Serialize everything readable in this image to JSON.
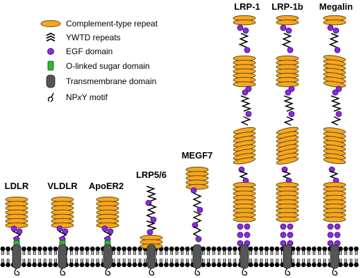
{
  "colors": {
    "repeat": "#f5a623",
    "repeat_stroke": "#6b4a00",
    "egf": "#8a2be2",
    "sugar": "#2eb82e",
    "tm": "#555555",
    "membrane": "#000000"
  },
  "legend": [
    {
      "icon": "complement-repeat-icon",
      "text": "Complement-type repeat"
    },
    {
      "icon": "ywtd-repeat-icon",
      "text": "YWTD repeats"
    },
    {
      "icon": "egf-domain-icon",
      "text": "EGF domain"
    },
    {
      "icon": "o-linked-sugar-icon",
      "text": "O-linked sugar domain"
    },
    {
      "icon": "transmembrane-icon",
      "text": "Transmembrane domain"
    },
    {
      "icon": "npxy-motif-icon",
      "text_before": "NP",
      "text_italic": "x",
      "text_after": "Y motif"
    }
  ],
  "receptors": [
    {
      "name": "LDLR"
    },
    {
      "name": "VLDLR"
    },
    {
      "name": "ApoER2"
    },
    {
      "name": "LRP5/6"
    },
    {
      "name": "MEGF7"
    },
    {
      "name": "LRP-1"
    },
    {
      "name": "LRP-1b"
    },
    {
      "name": "Megalin"
    }
  ]
}
